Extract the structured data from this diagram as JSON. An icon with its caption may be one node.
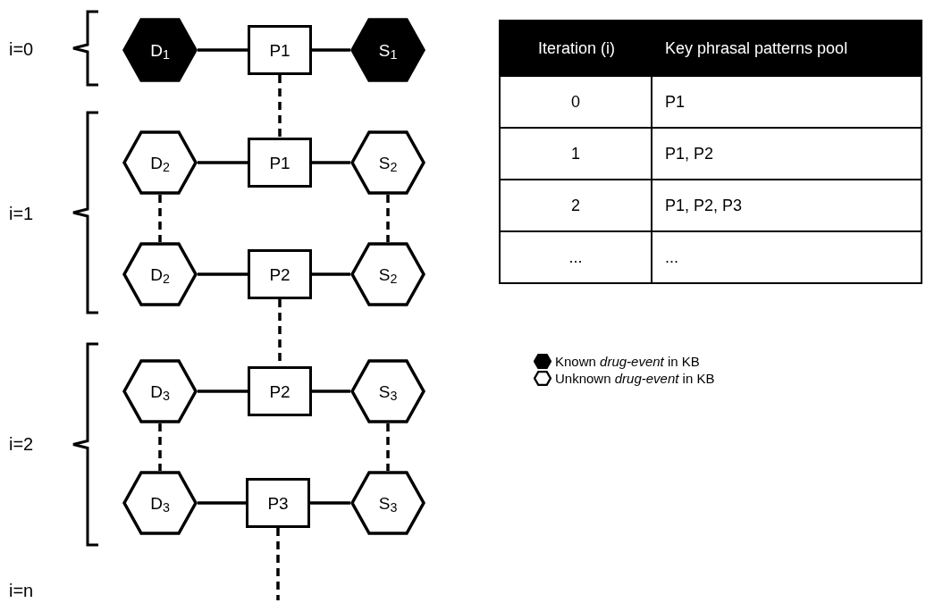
{
  "diagram": {
    "nodes": [
      {
        "text": [
          "D$_{1}$"
        ]
      },
      {
        "text": [
          "P1"
        ]
      },
      {
        "text": [
          "S$_{1}$"
        ]
      },
      {
        "text": [
          "D$_{2}$"
        ]
      },
      {
        "text": [
          "P1"
        ]
      },
      {
        "text": [
          "S$_{2}$"
        ]
      },
      {
        "text": [
          "D$_{2}$"
        ]
      },
      {
        "text": [
          "P2"
        ]
      },
      {
        "text": [
          "S$_{2}$"
        ]
      },
      {
        "text": [
          "D$_{3}$"
        ]
      },
      {
        "text": [
          "P2"
        ]
      },
      {
        "text": [
          "S$_{3}$"
        ]
      },
      {
        "text": [
          "D$_{3}$"
        ]
      },
      {
        "text": [
          "P3"
        ]
      },
      {
        "text": [
          "S$_{3}$"
        ]
      }
    ],
    "edges": [
      {
        "from": 0,
        "to": 1,
        "arrow": "none"
      },
      {
        "from": 1,
        "to": 2,
        "arrow": "none"
      },
      {
        "from": 1,
        "to": 4,
        "arrow": "none",
        "style": "dashed"
      },
      {
        "from": 3,
        "to": 4,
        "arrow": "none"
      },
      {
        "from": 4,
        "to": 5,
        "arrow": "none"
      },
      {
        "from": 3,
        "to": 6,
        "arrow": "none",
        "style": "dashed"
      },
      {
        "from": 5,
        "to": 8,
        "arrow": "none",
        "style": "dashed"
      },
      {
        "from": 6,
        "to": 7,
        "arrow": "none"
      },
      {
        "from": 7,
        "to": 8,
        "arrow": "none"
      },
      {
        "from": 7,
        "to": 10,
        "arrow": "none",
        "style": "dashed"
      },
      {
        "from": 9,
        "to": 10,
        "arrow": "none"
      },
      {
        "from": 10,
        "to": 11,
        "arrow": "none"
      },
      {
        "from": 9,
        "to": 12,
        "arrow": "none",
        "style": "dashed"
      },
      {
        "from": 11,
        "to": 14,
        "arrow": "none",
        "style": "dashed"
      },
      {
        "from": 12,
        "to": 13,
        "arrow": "none"
      },
      {
        "from": 13,
        "to": 14,
        "arrow": "none"
      },
      {
        "from": 13,
        "to": null,
        "arrow": "none",
        "style": "dashed"
      }
    ],
    "labels": [
      "i=0",
      "i=1",
      "i=2",
      "i=n",
      "Iteration (i)",
      "Key phrasal patterns pool",
      "0",
      "P1",
      "1",
      "P1, P2",
      "2",
      "P1, P2, P3",
      "...",
      "..."
    ],
    "legend": [
      {
        "text": "Known *drug-event* in KB"
      },
      {
        "text": "Unknown *drug-event* in KB"
      }
    ]
  }
}
